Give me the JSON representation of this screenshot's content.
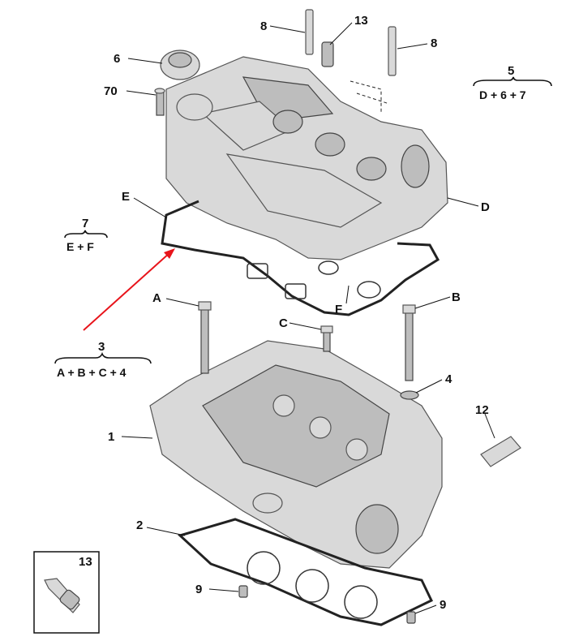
{
  "callouts": {
    "c8a": "8",
    "c13": "13",
    "c8b": "8",
    "c6": "6",
    "c70": "70",
    "c5": "5",
    "f5": "D + 6 + 7",
    "cD": "D",
    "cE": "E",
    "c7": "7",
    "f7": "E + F",
    "cA": "A",
    "cB": "B",
    "cC": "C",
    "cF": "F",
    "c3": "3",
    "f3": "A + B + C + 4",
    "c4": "4",
    "c12": "12",
    "c1": "1",
    "c2": "2",
    "c9a": "9",
    "c9b": "9",
    "inset13": "13"
  },
  "colors": {
    "arrow": "#e8141b",
    "part_fill": "#d9d9d9",
    "outline": "#222222"
  }
}
